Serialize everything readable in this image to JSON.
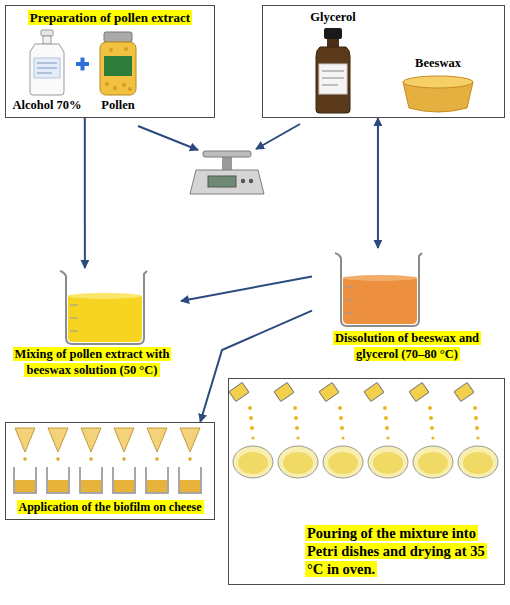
{
  "diagram": {
    "nodes": [
      {
        "text": [
          "Preparation of pollen extract",
          "Alcohol 70%",
          "Pollen"
        ]
      },
      {
        "text": [
          "Glycerol",
          "Beeswax"
        ]
      },
      {
        "text": [
          "Mixing of pollen extract with beeswax solution (50 °C)"
        ]
      },
      {
        "text": [
          "Dissolution of beeswax and glycerol (70–80 °C)"
        ]
      },
      {
        "text": [
          "Pouring of the mixture into Petri dishes and drying at 35 °C in oven."
        ]
      },
      {
        "text": [
          "Application of the biofilm on cheese"
        ]
      }
    ],
    "edges": [
      {
        "from": 0,
        "to": 2,
        "arrow": "to"
      },
      {
        "from": 1,
        "to": 3,
        "arrow": "both"
      },
      {
        "from": 3,
        "to": 2,
        "arrow": "to"
      },
      {
        "from": 3,
        "to": 5,
        "arrow": "to"
      }
    ]
  }
}
